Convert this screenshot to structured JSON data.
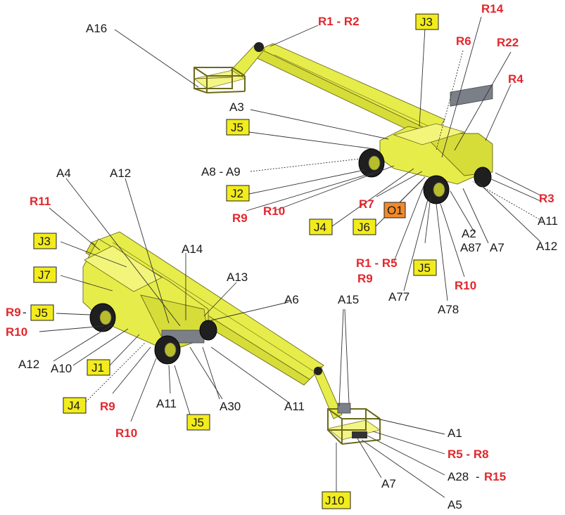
{
  "colors": {
    "machine": "#e6ed4a",
    "tag_yellow": "#f3ec1c",
    "tag_orange": "#f08a2c",
    "red_text": "#e3262c",
    "black_text": "#1a1a1a"
  },
  "labels": {
    "A16": "A16",
    "R1_R2": "R1 - R2",
    "J3_top": "J3",
    "R14": "R14",
    "R6": "R6",
    "R22": "R22",
    "R4": "R4",
    "A3": "A3",
    "J5_top": "J5",
    "A8_A9": "A8 - A9",
    "J2": "J2",
    "R9_top": "R9",
    "R10_top": "R10",
    "J4_top": "J4",
    "R7": "R7",
    "O1": "O1",
    "J6": "J6",
    "R3": "R3",
    "A11_top": "A11",
    "A12_top": "A12",
    "A2": "A2",
    "A87": "A87",
    "A7_top": "A7",
    "R1_R5": "R1 - R5",
    "R9_mid": "R9",
    "J5_mid": "J5",
    "R10_mid": "R10",
    "A77": "A77",
    "A78": "A78",
    "A4": "A4",
    "A12_mid": "A12",
    "R11": "R11",
    "J3_left": "J3",
    "A14": "A14",
    "A13": "A13",
    "J7": "J7",
    "A6": "A6",
    "R9_left": "R9",
    "J5_left": "J5",
    "R10_left": "R10",
    "A15": "A15",
    "A12_bot": "A12",
    "A10": "A10",
    "J1": "J1",
    "J4_bot": "J4",
    "R9_bot": "R9",
    "R10_bot": "R10",
    "A11_bot1": "A11",
    "J5_bot": "J5",
    "A30": "A30",
    "A11_bot2": "A11",
    "A1": "A1",
    "R5_R8": "R5 - R8",
    "A28": "A28",
    "R15": "R15",
    "A7_bot": "A7",
    "A5": "A5",
    "J10": "J10"
  }
}
